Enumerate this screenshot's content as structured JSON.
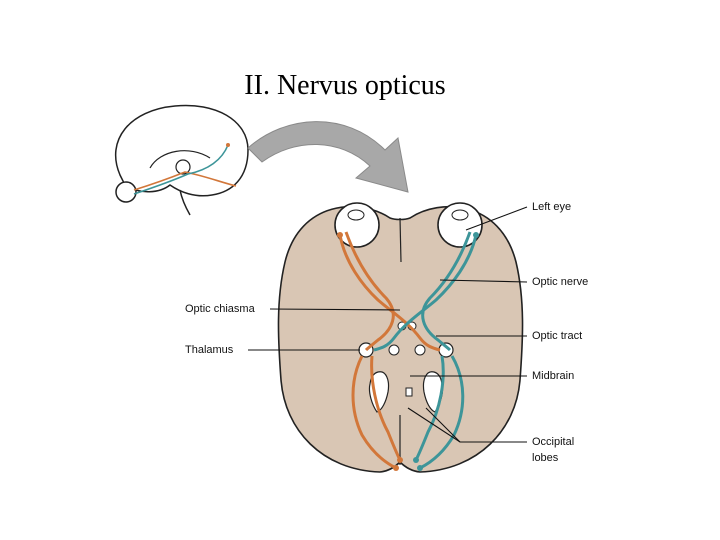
{
  "slide": {
    "title": "II. Nervus opticus"
  },
  "labels": {
    "left_eye": "Left eye",
    "optic_nerve": "Optic nerve",
    "optic_chiasma": "Optic chiasma",
    "optic_tract": "Optic tract",
    "thalamus": "Thalamus",
    "midbrain": "Midbrain",
    "occipital_lobes": "Occipital lobes"
  },
  "colors": {
    "brain_fill": "#d9c6b4",
    "orange_pathway": "#d2773a",
    "teal_pathway": "#3d9599",
    "arrow": "#a8a8a8"
  }
}
